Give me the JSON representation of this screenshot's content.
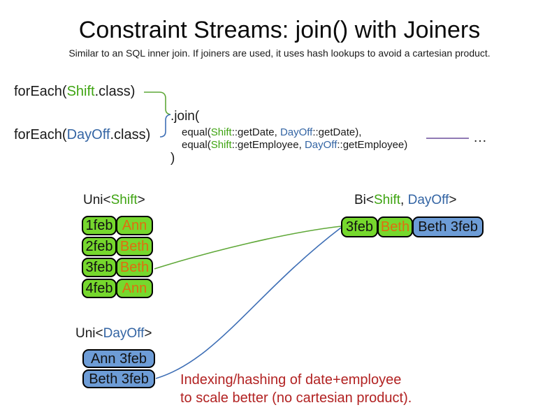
{
  "slide": {
    "title": "Constraint Streams: join() with Joiners",
    "subtitle": "Similar to an SQL inner join. If joiners are used, it uses hash lookups to avoid a cartesian product."
  },
  "code": {
    "foreach_shift": {
      "prefix": "forEach(",
      "class_name": "Shift",
      "suffix": ".class)"
    },
    "foreach_dayoff": {
      "prefix": "forEach(",
      "class_name": "DayOff",
      "suffix": ".class)"
    },
    "join_open": ".join(",
    "equal_date": {
      "prefix": "equal(",
      "shift": "Shift",
      "mid": "::getDate, ",
      "dayoff": "DayOff",
      "suffix": "::getDate),"
    },
    "equal_employee": {
      "prefix": "equal(",
      "shift": "Shift",
      "mid": "::getEmployee, ",
      "dayoff": "DayOff",
      "suffix": "::getEmployee)"
    },
    "join_close": ")",
    "more_ellipsis": "…"
  },
  "labels": {
    "uni_shift": {
      "prefix": "Uni<",
      "type": "Shift",
      "suffix": ">"
    },
    "uni_dayoff": {
      "prefix": "Uni<",
      "type": "DayOff",
      "suffix": ">"
    },
    "bi": {
      "prefix": "Bi<",
      "shift": "Shift",
      "comma": ", ",
      "dayoff": "DayOff",
      "suffix": ">"
    }
  },
  "uni_shift_rows": [
    {
      "date": "1feb",
      "name": "Ann"
    },
    {
      "date": "2feb",
      "name": "Beth"
    },
    {
      "date": "3feb",
      "name": "Beth"
    },
    {
      "date": "4feb",
      "name": "Ann"
    }
  ],
  "uni_dayoff_rows": [
    "Ann 3feb",
    "Beth 3feb"
  ],
  "bi_row": {
    "date": "3feb",
    "name": "Beth",
    "pair": "Beth 3feb"
  },
  "note": {
    "line1": "Indexing/hashing of date+employee",
    "line2": "to scale better (no cartesian product)."
  },
  "colors": {
    "green_text": "#3fa412",
    "green_fill": "#76d82d",
    "blue_text": "#3465a4",
    "blue_fill": "#6d9cd6",
    "orange": "#e06d10",
    "red": "#b22222",
    "purple": "#6b4e9b",
    "green_line": "#5fa838",
    "blue_line": "#3d6eb5"
  }
}
